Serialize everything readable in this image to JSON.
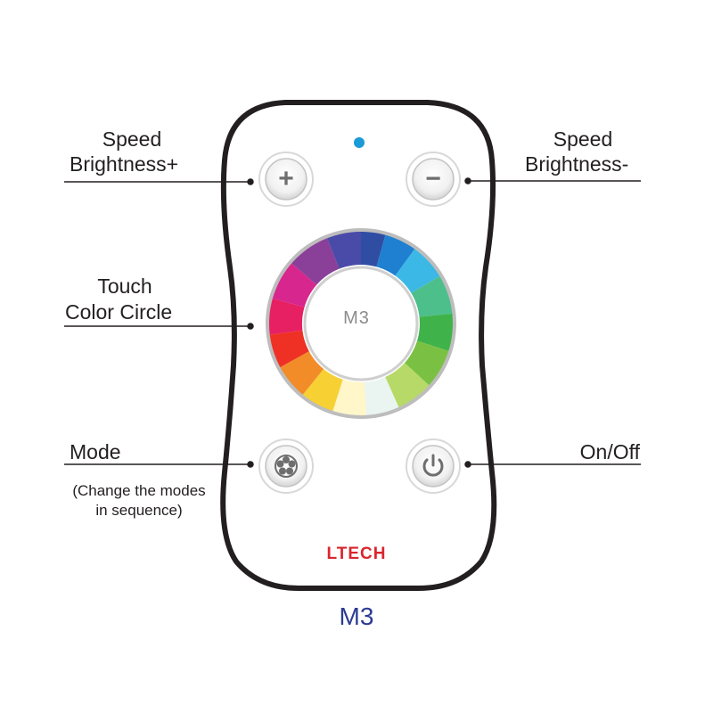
{
  "labels": {
    "speed_left": "Speed",
    "brightness_plus": "Brightness+",
    "speed_right": "Speed",
    "brightness_minus": "Brightness-",
    "touch": "Touch",
    "color_circle": "Color Circle",
    "mode": "Mode",
    "mode_note_line1": "(Change the modes",
    "mode_note_line2": "in sequence)",
    "onoff": "On/Off"
  },
  "remote": {
    "brand": "LTECH",
    "model_center": "M3",
    "caption": "M3",
    "plus_glyph": "+",
    "minus_glyph": "−"
  },
  "colors": {
    "brand": "#d9262e",
    "caption": "#2b3a93",
    "led": "#1a9ad6",
    "outline": "#231f20"
  }
}
